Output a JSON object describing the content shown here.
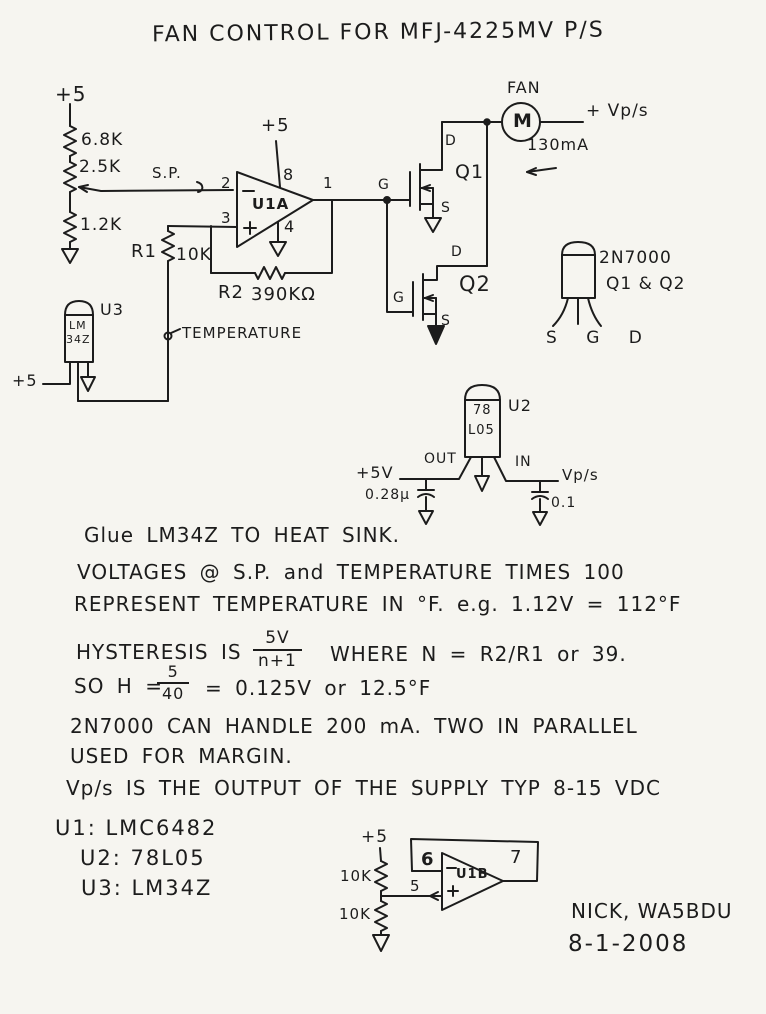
{
  "page": {
    "paper_color": "#f6f5f0",
    "ink_color": "#1c1c1c"
  },
  "title": "FAN CONTROL FOR  MFJ-4225MV  P/S",
  "schematic": {
    "divider": {
      "supply": "+5",
      "r_top": "6.8K",
      "pot": "2.5K",
      "r_bottom": "1.2K",
      "setpoint": "S.P."
    },
    "opamp_a": {
      "name": "U1A",
      "supply": "+5",
      "pin_inv": "2",
      "pin_noninv": "3",
      "pin_vplus": "8",
      "pin_vminus": "4",
      "pin_out": "1",
      "minus": "−",
      "plus": "+"
    },
    "r1": {
      "name": "R1",
      "value": "10K"
    },
    "r2": {
      "name": "R2",
      "value": "390KΩ"
    },
    "temperature_label": "TEMPERATURE",
    "u3": {
      "body_line1": "LM",
      "body_line2": "34Z",
      "name": "U3",
      "supply": "+5"
    },
    "fan": {
      "label": "FAN",
      "motor": "M",
      "current": "130mA",
      "rail": "+ Vp/s"
    },
    "q1": {
      "name": "Q1",
      "d": "D",
      "g": "G",
      "s": "S"
    },
    "q2": {
      "name": "Q2",
      "d": "D",
      "g": "G",
      "s": "S"
    },
    "package": {
      "part": "2N7000",
      "refs": "Q1 & Q2",
      "pins": "S G D"
    },
    "u2": {
      "body_line1": "78",
      "body_line2": "L05",
      "name": "U2",
      "out": "OUT",
      "in": "IN",
      "left_rail": "+5V",
      "cap_left": "0.28μ",
      "cap_right": "0.1",
      "right_rail": "Vp/s"
    },
    "opamp_b": {
      "name": "U1B",
      "supply": "+5",
      "r_top": "10K",
      "r_bottom": "10K",
      "pin_inv": "6",
      "pin_noninv": "5",
      "pin_out": "7",
      "minus": "−",
      "plus": "+"
    }
  },
  "notes": {
    "line1": "Glue LM34Z TO HEAT SINK.",
    "line2": "VOLTAGES @ S.P. and TEMPERATURE  TIMES 100",
    "line3": "REPRESENT TEMPERATURE IN °F.   e.g. 1.12V = 112°F",
    "line4_pre": "HYSTERESIS IS",
    "line4_frac_num": "5V",
    "line4_frac_den": "n+1",
    "line4_post": "WHERE  N = R2/R1  or 39.",
    "line5_pre": "SO  H =",
    "line5_frac_num": "5",
    "line5_frac_den": "40",
    "line5_post": "=  0.125V  or  12.5°F",
    "line6": "2N7000 CAN HANDLE 200 mA.  TWO IN PARALLEL",
    "line7": "USED FOR MARGIN.",
    "line8": "Vp/s IS THE OUTPUT OF THE SUPPLY TYP 8-15 VDC"
  },
  "parts_list": [
    "U1:  LMC6482",
    "U2:  78L05",
    "U3:  LM34Z"
  ],
  "signature": {
    "name": "NICK, WA5BDU",
    "date": "8-1-2008"
  }
}
